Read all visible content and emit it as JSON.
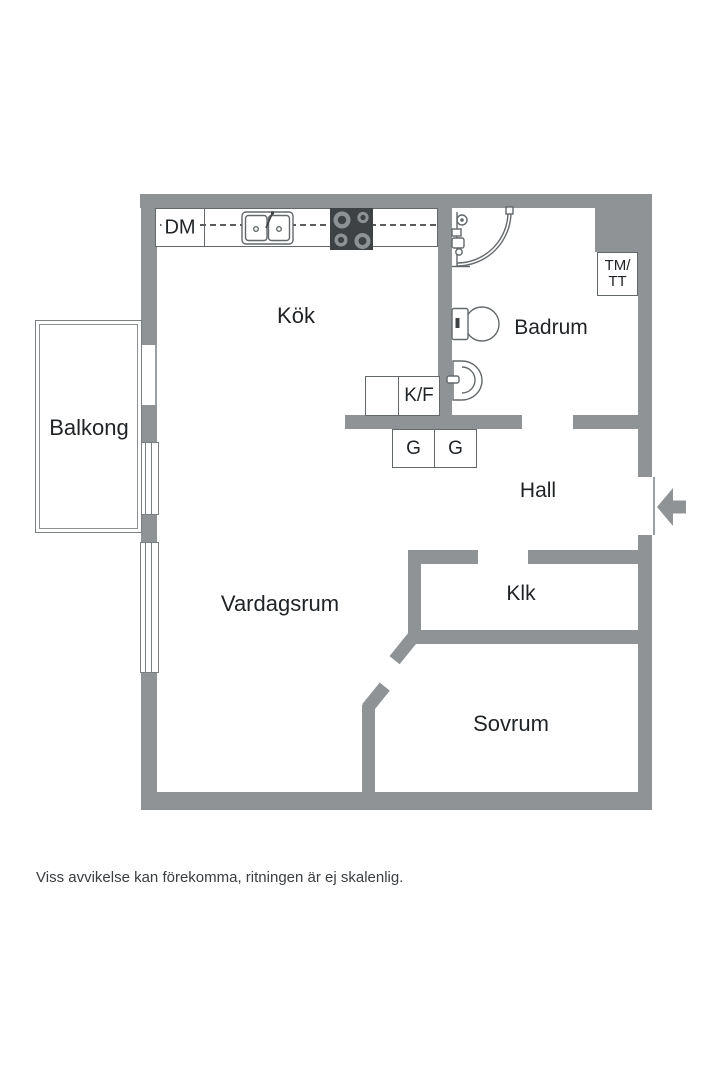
{
  "floorplan": {
    "rooms": {
      "kitchen": "Kök",
      "bathroom": "Badrum",
      "hall": "Hall",
      "closet": "Klk",
      "living_room": "Vardagsrum",
      "bedroom": "Sovrum",
      "balcony": "Balkong"
    },
    "appliances": {
      "dishwasher": "DM",
      "fridge_freezer": "K/F",
      "wardrobe_left": "G",
      "wardrobe_right": "G",
      "washer_line1": "TM/",
      "washer_line2": "TT"
    },
    "colors": {
      "wall": "#8f9396",
      "fixture_line": "#63686b",
      "stove": "#3f4245",
      "text": "#1f2326"
    }
  },
  "footnote": "Viss avvikelse kan förekomma, ritningen är ej skalenlig."
}
